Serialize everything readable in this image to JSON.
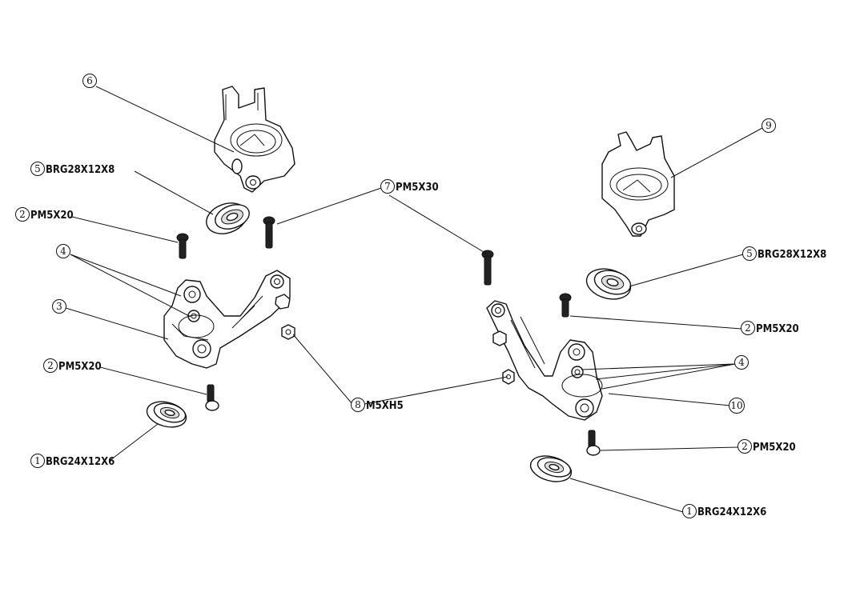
{
  "callouts": [
    {
      "num": "6",
      "text": ""
    },
    {
      "num": "5",
      "text": "BRG28X12X8"
    },
    {
      "num": "2",
      "text": "PM5X20"
    },
    {
      "num": "4",
      "text": ""
    },
    {
      "num": "3",
      "text": ""
    },
    {
      "num": "2",
      "text": "PM5X20"
    },
    {
      "num": "1",
      "text": "BRG24X12X6"
    },
    {
      "num": "7",
      "text": "PM5X30"
    },
    {
      "num": "8",
      "text": "M5XH5"
    },
    {
      "num": "9",
      "text": ""
    },
    {
      "num": "5",
      "text": "BRG28X12X8"
    },
    {
      "num": "2",
      "text": "PM5X20"
    },
    {
      "num": "4",
      "text": ""
    },
    {
      "num": "10",
      "text": ""
    },
    {
      "num": "2",
      "text": "PM5X20"
    },
    {
      "num": "1",
      "text": "BRG24X12X6"
    }
  ],
  "parts": {
    "left_carrier": "steering-block-left",
    "right_carrier": "steering-block-right",
    "left_knuckle": "steering-knuckle-left",
    "right_knuckle": "steering-knuckle-right",
    "bearing": "ball-bearing",
    "screw": "pan-head-screw",
    "nut": "hex-nut"
  }
}
